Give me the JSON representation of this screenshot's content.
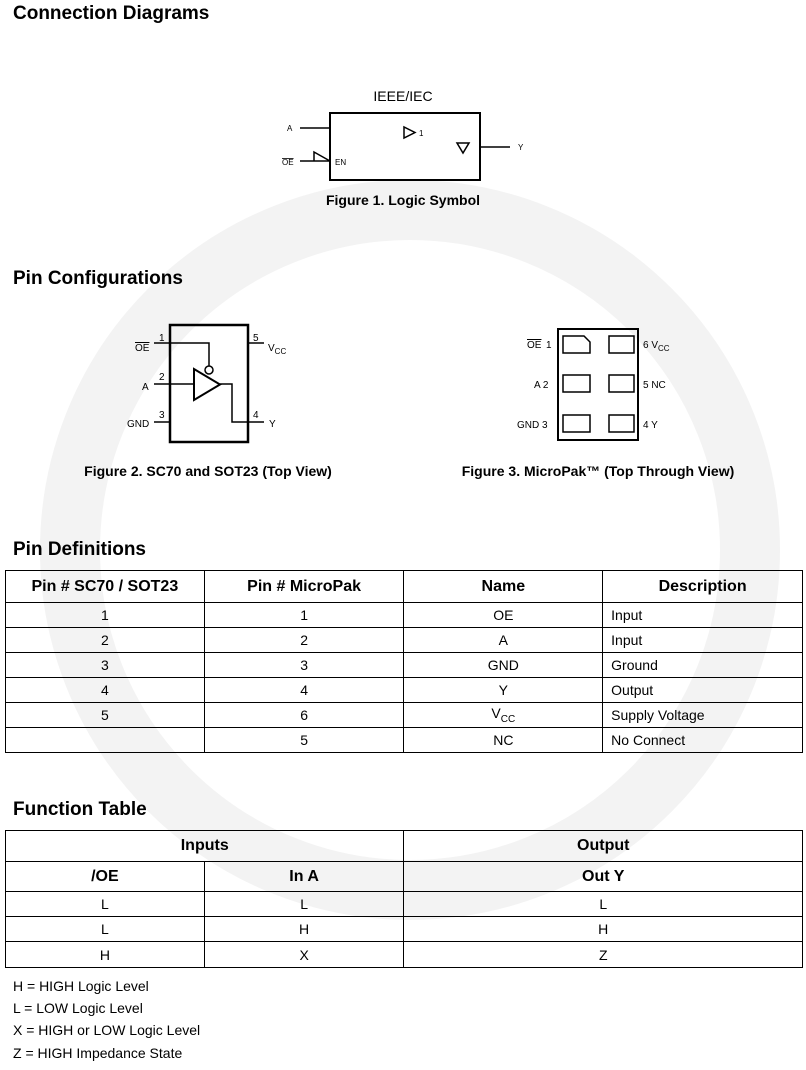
{
  "sections": {
    "connection": "Connection Diagrams",
    "pin_config": "Pin Configurations",
    "pin_defs": "Pin Definitions",
    "function_table": "Function Table"
  },
  "figure1": {
    "standard": "IEEE/IEC",
    "caption": "Figure 1.  Logic Symbol",
    "pin_a": "A",
    "pin_oe": "OE",
    "pin_y": "Y",
    "en": "EN",
    "one": "1"
  },
  "figure2": {
    "caption": "Figure 2.  SC70 and SOT23 (Top View)",
    "pins": {
      "oe": "OE",
      "a": "A",
      "gnd": "GND",
      "vcc": "V",
      "vcc_sub": "CC",
      "y": "Y",
      "n1": "1",
      "n2": "2",
      "n3": "3",
      "n4": "4",
      "n5": "5"
    }
  },
  "figure3": {
    "caption": "Figure 3.  MicroPak™ (Top Through View)",
    "pins": {
      "oe": "OE",
      "p1": "1",
      "a": "A 2",
      "gnd": "GND 3",
      "vcc": "6 V",
      "vcc_sub": "CC",
      "nc": "5  NC",
      "y": "4  Y"
    }
  },
  "pin_table": {
    "headers": [
      "Pin # SC70 / SOT23",
      "Pin # MicroPak",
      "Name",
      "Description"
    ],
    "rows": [
      [
        "1",
        "1",
        "OE",
        "Input"
      ],
      [
        "2",
        "2",
        "A",
        "Input"
      ],
      [
        "3",
        "3",
        "GND",
        "Ground"
      ],
      [
        "4",
        "4",
        "Y",
        "Output"
      ],
      [
        "5",
        "6",
        "V",
        "Supply Voltage"
      ],
      [
        "",
        "5",
        "NC",
        "No Connect"
      ]
    ],
    "vcc_sub": "CC"
  },
  "func_table": {
    "group_inputs": "Inputs",
    "group_output": "Output",
    "headers": [
      "/OE",
      "In A",
      "Out Y"
    ],
    "rows": [
      [
        "L",
        "L",
        "L"
      ],
      [
        "L",
        "H",
        "H"
      ],
      [
        "H",
        "X",
        "Z"
      ]
    ]
  },
  "notes": [
    "H = HIGH Logic Level",
    "L = LOW Logic Level",
    "X = HIGH or LOW Logic Level",
    "Z = HIGH Impedance State"
  ]
}
